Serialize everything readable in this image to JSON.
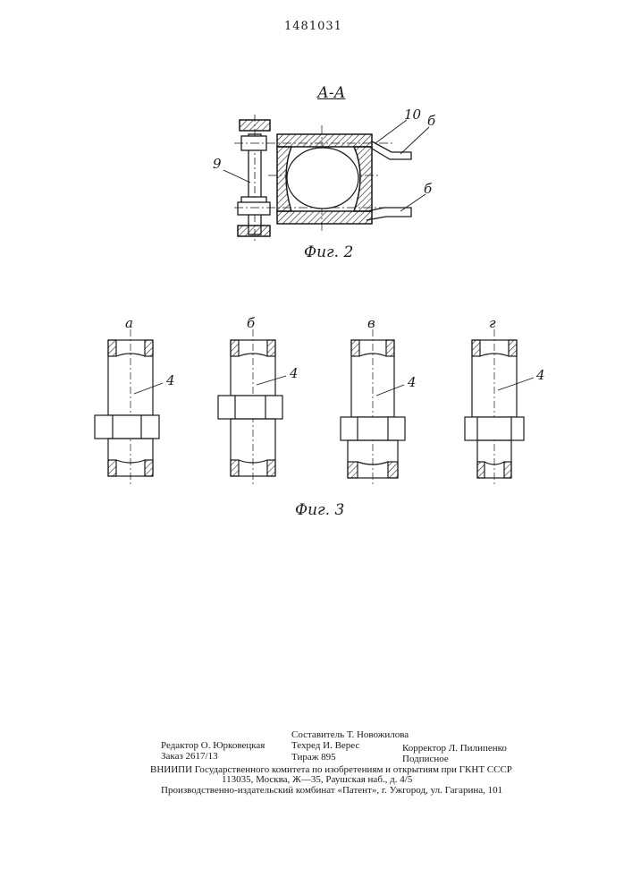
{
  "header": {
    "patent_number": "1481031"
  },
  "figure2": {
    "section_label": "А-А",
    "callouts": {
      "part9": "9",
      "part10": "10",
      "b_upper": "б",
      "b_lower": "б"
    },
    "caption": "Фиг. 2"
  },
  "figure3": {
    "variants": [
      {
        "letter": "а",
        "part": "4"
      },
      {
        "letter": "б",
        "part": "4"
      },
      {
        "letter": "в",
        "part": "4"
      },
      {
        "letter": "г",
        "part": "4"
      }
    ],
    "caption": "Фиг. 3"
  },
  "footer": {
    "compiler": "Составитель Т. Новожилова",
    "editor": "Редактор О. Юрковецкая",
    "tech_editor": "Техред И. Верес",
    "corrector": "Корректор Л. Пилипенко",
    "order": "Заказ 2617/13",
    "circulation": "Тираж 895",
    "subscription": "Подписное",
    "vniipi": "ВНИИПИ Государственного комитета по изобретениям и открытиям при ГКНТ СССР",
    "address": "113035, Москва, Ж—35, Раушская наб., д. 4/5",
    "publisher": "Производственно-издательский комбинат «Патент», г. Ужгород, ул. Гагарина, 101"
  }
}
